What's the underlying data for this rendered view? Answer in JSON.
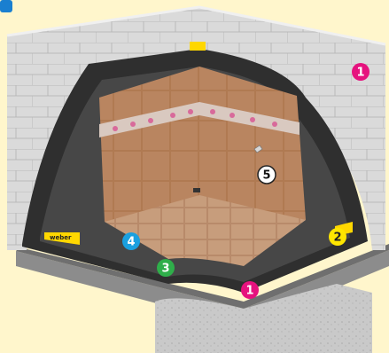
{
  "diagram": {
    "brand_label": "weber",
    "markers": [
      {
        "label": "1",
        "color": "#e6127e",
        "text_color": "#ffffff"
      },
      {
        "label": "2",
        "color": "#ffe600",
        "text_color": "#222222"
      },
      {
        "label": "3",
        "color": "#2fae4a",
        "text_color": "#ffffff"
      },
      {
        "label": "4",
        "color": "#1aa0e0",
        "text_color": "#ffffff"
      },
      {
        "label": "5",
        "color": "#ffffff",
        "text_color": "#111111"
      },
      {
        "label": "1",
        "color": "#e6127e",
        "text_color": "#ffffff"
      }
    ],
    "colors": {
      "background": "#fff6cc",
      "corner_tab": "#1a7fd0",
      "block_wall": "#dcdcdc",
      "membrane": "#3a3a3a",
      "tile": "#b07a52"
    }
  }
}
